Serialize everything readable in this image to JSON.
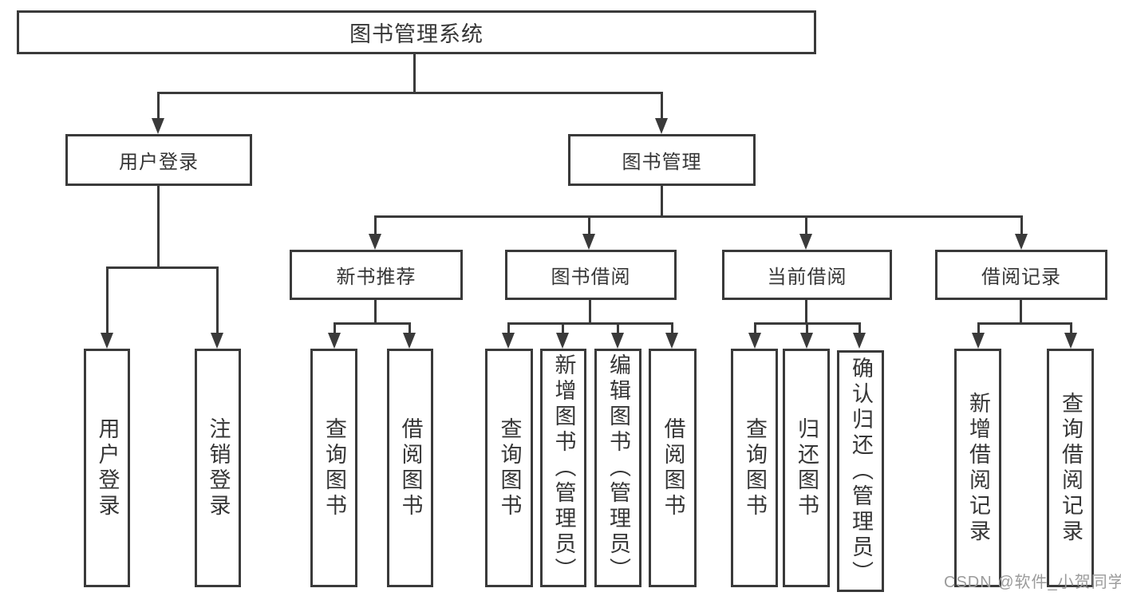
{
  "tree": {
    "root": {
      "label": "图书管理系统",
      "children": [
        {
          "label": "用户登录",
          "children": [
            {
              "label": "用户登录"
            },
            {
              "label": "注销登录"
            }
          ]
        },
        {
          "label": "图书管理",
          "children": [
            {
              "label": "新书推荐",
              "children": [
                {
                  "label": "查询图书"
                },
                {
                  "label": "借阅图书"
                }
              ]
            },
            {
              "label": "图书借阅",
              "children": [
                {
                  "label": "查询图书"
                },
                {
                  "label": "新增图书（管理员）"
                },
                {
                  "label": "编辑图书（管理员）"
                },
                {
                  "label": "借阅图书"
                }
              ]
            },
            {
              "label": "当前借阅",
              "children": [
                {
                  "label": "查询图书"
                },
                {
                  "label": "归还图书"
                },
                {
                  "label": "确认归还（管理员）"
                }
              ]
            },
            {
              "label": "借阅记录",
              "children": [
                {
                  "label": "新增借阅记录"
                },
                {
                  "label": "查询借阅记录"
                }
              ]
            }
          ]
        }
      ]
    }
  },
  "watermark": {
    "text": "CSDN @软件_小贺同学"
  },
  "colors": {
    "line": "#3a3a3a",
    "text": "#363636",
    "watermark": "#9b9b9b",
    "background": "#ffffff"
  }
}
